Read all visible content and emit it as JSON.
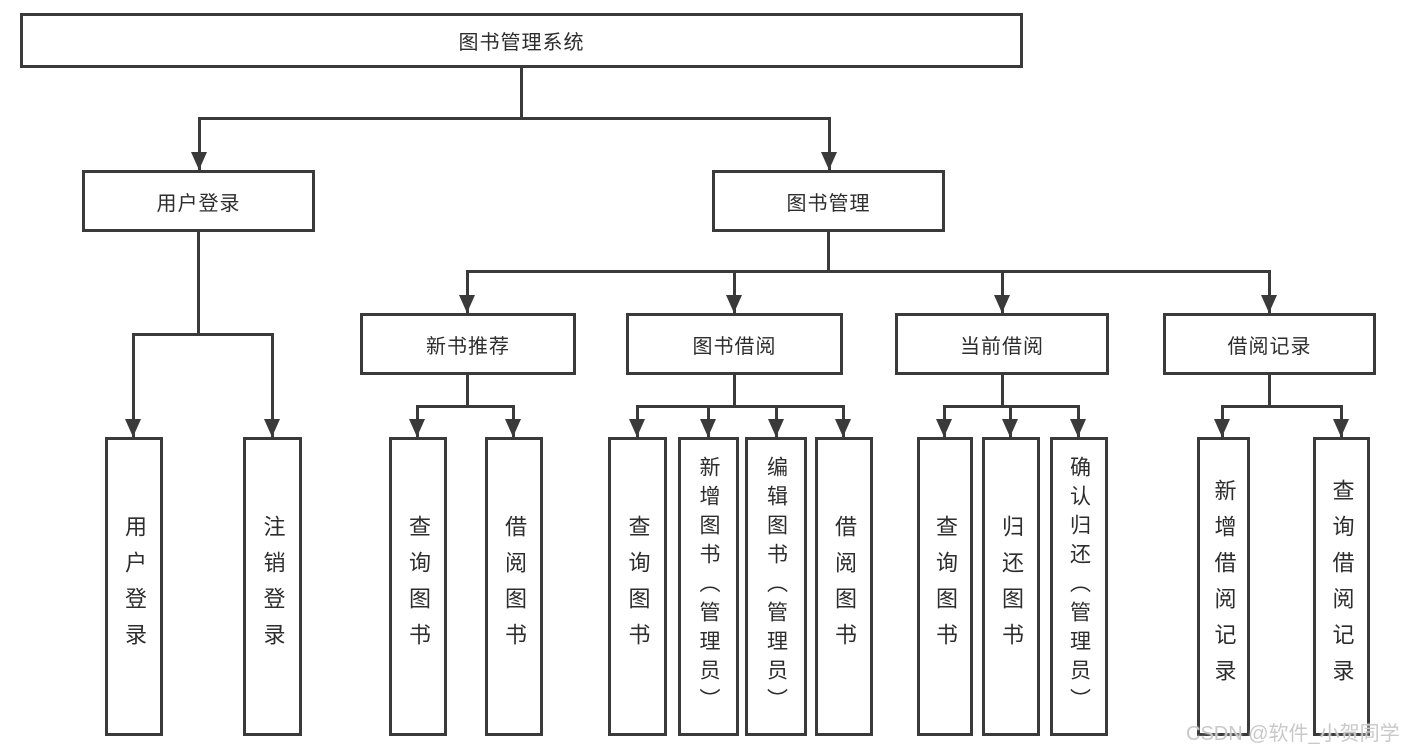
{
  "colors": {
    "line": "#3a3a3a",
    "text": "#2d2d2d",
    "background": "#ffffff",
    "watermark": "#c9c9c9"
  },
  "watermark": "CSDN @软件_小贺同学",
  "root": {
    "label": "图书管理系统"
  },
  "login": {
    "label": "用户登录",
    "children": [
      "用户登录",
      "注销登录"
    ]
  },
  "mgmt": {
    "label": "图书管理",
    "children": [
      {
        "label": "新书推荐",
        "children": [
          "查询图书",
          "借阅图书"
        ]
      },
      {
        "label": "图书借阅",
        "children": [
          "查询图书",
          "新增图书（管理员）",
          "编辑图书（管理员）",
          "借阅图书"
        ]
      },
      {
        "label": "当前借阅",
        "children": [
          "查询图书",
          "归还图书",
          "确认归还（管理员）"
        ]
      },
      {
        "label": "借阅记录",
        "children": [
          "新增借阅记录",
          "查询借阅记录"
        ]
      }
    ]
  }
}
